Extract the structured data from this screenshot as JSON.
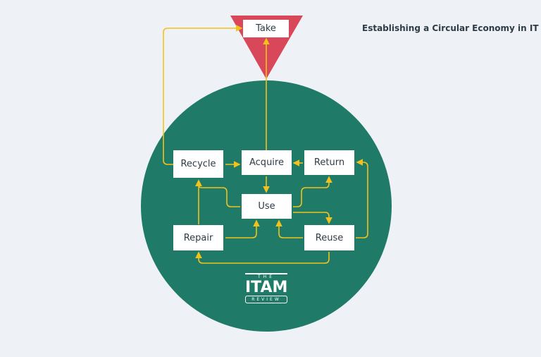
{
  "title": "Establishing a Circular Economy in IT",
  "nodes": {
    "take": "Take",
    "recycle": "Recycle",
    "acquire": "Acquire",
    "return": "Return",
    "use": "Use",
    "repair": "Repair",
    "reuse": "Reuse"
  },
  "logo": {
    "top": "THE",
    "main": "ITAM",
    "bottom": "REVIEW"
  },
  "colors": {
    "circle": "#1f7a68",
    "triangle": "#d9475b",
    "arrow": "#f2c21b",
    "background": "#eef2f6"
  }
}
